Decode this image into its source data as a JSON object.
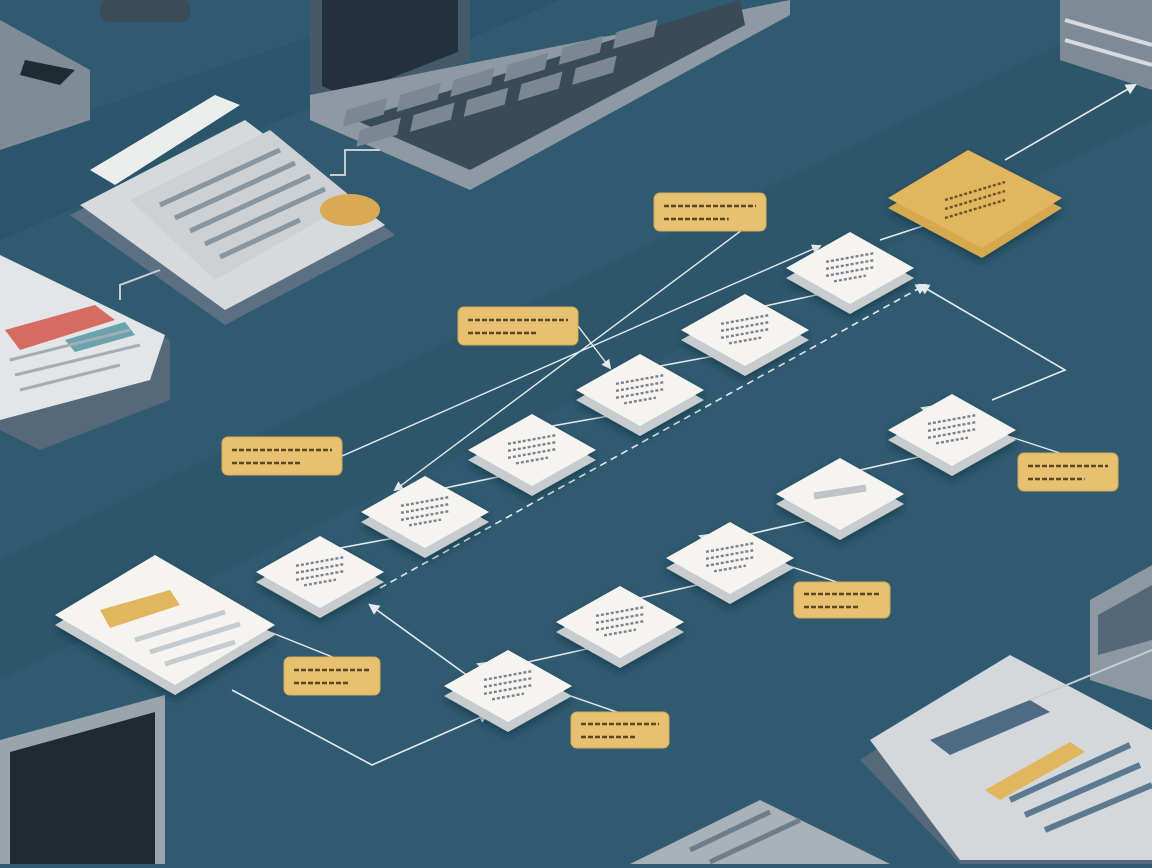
{
  "palette": {
    "background": "#2f5a70",
    "background_dark": "#28495d",
    "card": "#f5f4f1",
    "card_shadow": "#c9cccf",
    "note": "#e7c171",
    "note_border": "#d6a94f",
    "accent_gold": "#e2b65f",
    "device_gray": "#9aa3ab",
    "device_dark": "#334452",
    "connector": "#e6eaee"
  },
  "upper_chain": {
    "steps": [
      {
        "id": "u1",
        "icon": "text-lines-icon"
      },
      {
        "id": "u2",
        "icon": "text-lines-icon"
      },
      {
        "id": "u3",
        "icon": "text-lines-icon"
      },
      {
        "id": "u4",
        "icon": "text-lines-icon"
      },
      {
        "id": "u5",
        "icon": "text-lines-icon"
      },
      {
        "id": "u6",
        "icon": "text-lines-icon"
      }
    ]
  },
  "lower_chain": {
    "steps": [
      {
        "id": "l1",
        "icon": "text-lines-icon"
      },
      {
        "id": "l2",
        "icon": "text-lines-icon"
      },
      {
        "id": "l3",
        "icon": "text-lines-icon"
      },
      {
        "id": "l4",
        "icon": "bar-icon"
      },
      {
        "id": "l5",
        "icon": "text-lines-icon"
      }
    ]
  },
  "final_node": {
    "id": "final",
    "style": "highlight"
  },
  "annotations": [
    {
      "id": "n1",
      "target": "u2"
    },
    {
      "id": "n2",
      "target": "u4"
    },
    {
      "id": "n3",
      "target": "u6"
    },
    {
      "id": "n4",
      "target": "source-document"
    },
    {
      "id": "n5",
      "target": "l1"
    },
    {
      "id": "n6",
      "target": "l3"
    },
    {
      "id": "n7",
      "target": "l5"
    }
  ],
  "decor": [
    "laptop-top",
    "notebook-left",
    "document-stack-left",
    "phone-top-left",
    "server-top-right",
    "laptop-bottom-left",
    "notebook-bottom-right",
    "keyboard-bottom",
    "device-right-edge"
  ]
}
